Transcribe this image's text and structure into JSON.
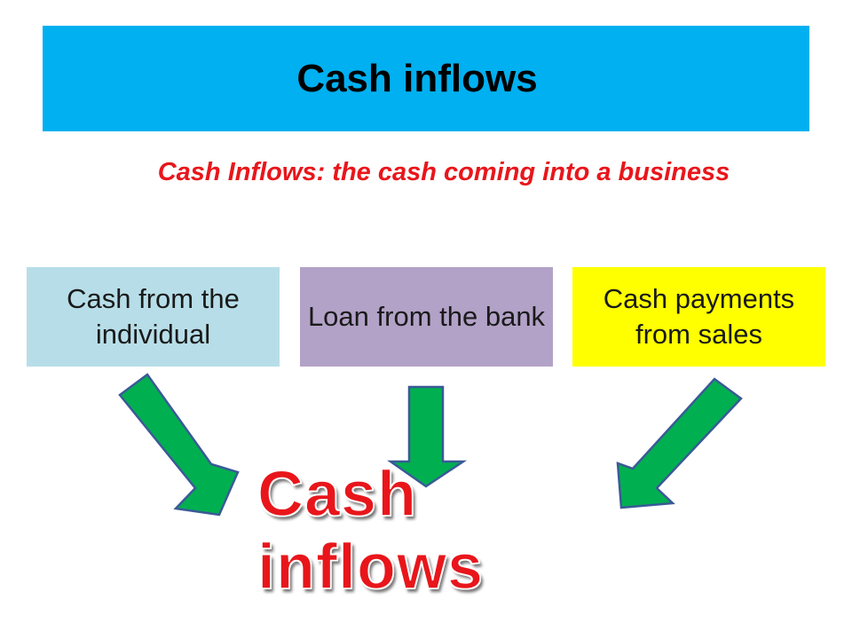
{
  "header": {
    "title": "Cash inflows",
    "color": "#00b0f0"
  },
  "definition": "Cash Inflows: the cash coming into a business",
  "sources": [
    {
      "label": "Cash from the individual",
      "color": "#b7dee8"
    },
    {
      "label": "Loan from the bank",
      "color": "#b3a2c7"
    },
    {
      "label": "Cash payments from sales",
      "color": "#ffff00"
    }
  ],
  "arrows": {
    "fill": "#00b050",
    "outline": "#3a5a96"
  },
  "target": {
    "label": "Cash inflows",
    "color": "#e8161b"
  }
}
